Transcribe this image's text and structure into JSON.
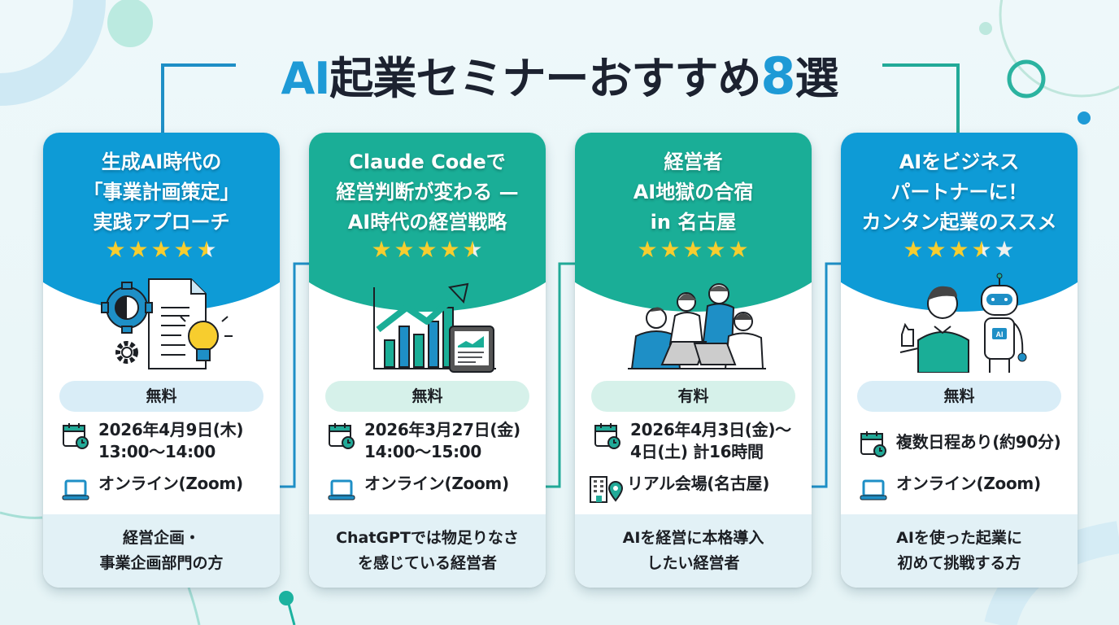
{
  "title": {
    "prefix": "AI",
    "middle": "起業セミナーおすすめ",
    "number": "8",
    "suffix": "選"
  },
  "colors": {
    "blue": "#0e9bd6",
    "teal": "#1aae97",
    "title_accent": "#1e9ad6",
    "star": "#f7cd2e",
    "badge_blue": "#d9edf7",
    "badge_teal": "#d6f1ea",
    "target_bg": "#e2f1f6"
  },
  "cards": [
    {
      "theme": "blue",
      "title": "生成AI時代の\n「事業計画策定」\n実践アプローチ",
      "rating": 4.5,
      "stars": [
        "full",
        "full",
        "full",
        "full",
        "half"
      ],
      "illustration": "gear-document-lightbulb",
      "price": "無料",
      "schedule": "2026年4月9日(木)\n13:00〜14:00",
      "schedule_icon": "calendar-clock-icon",
      "location": "オンライン(Zoom)",
      "location_icon": "laptop-icon",
      "target": "経営企画・\n事業企画部門の方"
    },
    {
      "theme": "teal",
      "title": "Claude Codeで\n経営判断が変わる —\nAI時代の経営戦略",
      "rating": 4.5,
      "stars": [
        "full",
        "full",
        "full",
        "full",
        "half"
      ],
      "illustration": "growth-chart-tablet",
      "price": "無料",
      "schedule": "2026年3月27日(金)\n14:00〜15:00",
      "schedule_icon": "calendar-clock-icon",
      "location": "オンライン(Zoom)",
      "location_icon": "laptop-icon",
      "target": "ChatGPTでは物足りなさ\nを感じている経営者"
    },
    {
      "theme": "teal",
      "title": "経営者\nAI地獄の合宿\nin 名古屋",
      "rating": 5,
      "stars": [
        "full",
        "full",
        "full",
        "full",
        "full"
      ],
      "illustration": "team-meeting-laptops",
      "price": "有料",
      "schedule": "2026年4月3日(金)〜\n4日(土) 計16時間",
      "schedule_icon": "calendar-clock-icon",
      "location": "リアル会場(名古屋)",
      "location_icon": "building-pin-icon",
      "target": "AIを経営に本格導入\nしたい経営者"
    },
    {
      "theme": "blue",
      "title": "AIをビジネス\nパートナーに！\nカンタン起業のススメ",
      "rating": 3.5,
      "stars": [
        "full",
        "full",
        "full",
        "half",
        "empty"
      ],
      "illustration": "person-with-robot",
      "price": "無料",
      "schedule": "複数日程あり(約90分)",
      "schedule_icon": "calendar-clock-icon",
      "location": "オンライン(Zoom)",
      "location_icon": "laptop-icon",
      "target": "AIを使った起業に\n初めて挑戦する方"
    }
  ]
}
